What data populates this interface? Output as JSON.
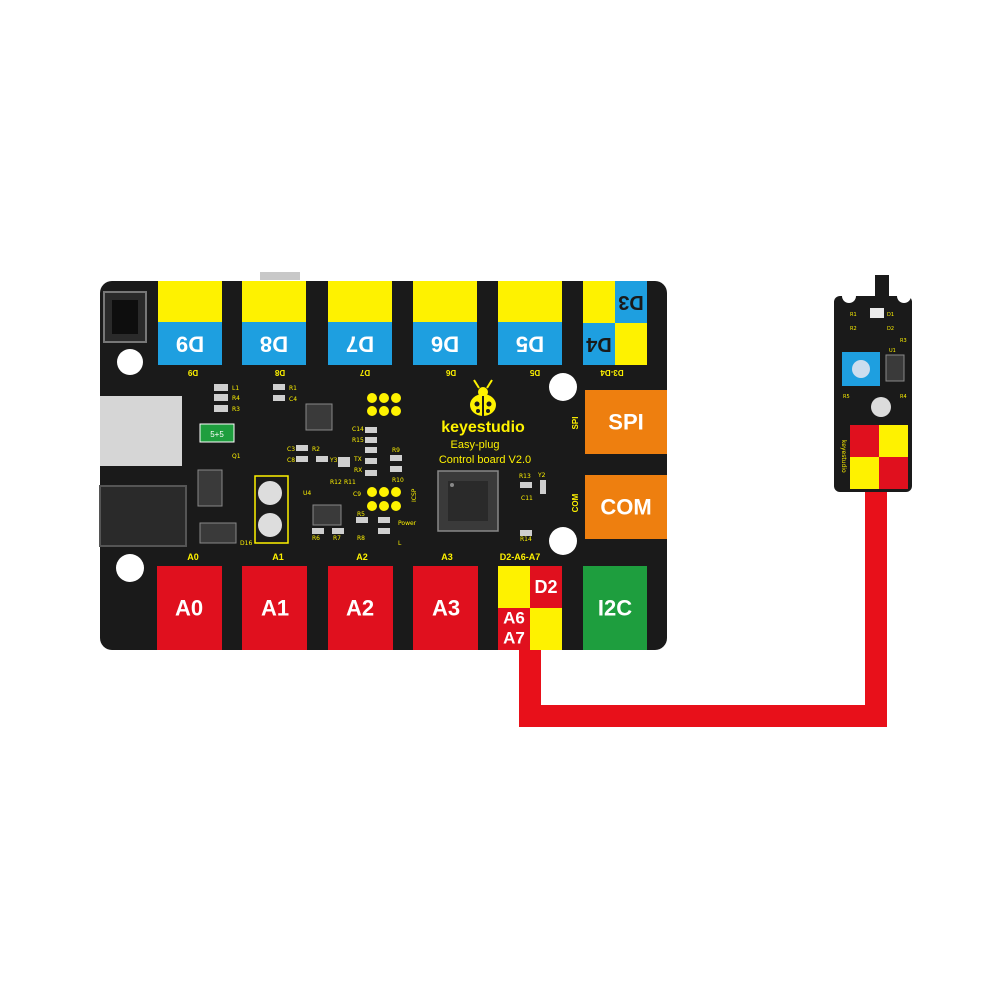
{
  "board": {
    "brand": "keyestudio",
    "subtitle1": "Easy-plug",
    "subtitle2": "Control board V2.0",
    "top_ports": [
      {
        "label": "D9",
        "silk": "D9"
      },
      {
        "label": "D8",
        "silk": "D8"
      },
      {
        "label": "D7",
        "silk": "D7"
      },
      {
        "label": "D6",
        "silk": "D6"
      },
      {
        "label": "D5",
        "silk": "D5"
      },
      {
        "label_top": "D3",
        "label_bottom": "D4",
        "silk": "D3-D4"
      }
    ],
    "right_ports": [
      {
        "label": "SPI",
        "silk": "SPI",
        "color": "#ee7f0f"
      },
      {
        "label": "COM",
        "silk": "COM",
        "color": "#ee7f0f"
      }
    ],
    "bottom_ports": [
      {
        "label": "A0",
        "silk": "A0"
      },
      {
        "label": "A1",
        "silk": "A1"
      },
      {
        "label": "A2",
        "silk": "A2"
      },
      {
        "label": "A3",
        "silk": "A3"
      },
      {
        "label_a": "D2",
        "label_b": "A6",
        "label_c": "A7",
        "silk": "D2-A6-A7"
      },
      {
        "label": "I2C",
        "color": "#1e9e3e"
      }
    ],
    "components": {
      "L1": "L1",
      "R4": "R4",
      "R3": "R3",
      "R1": "R1",
      "C4": "C4",
      "Q1": "Q1",
      "C3": "C3",
      "C8": "C8",
      "R2": "R2",
      "Y3": "Y3",
      "U4": "U4",
      "R12": "R12",
      "R11": "R11",
      "C9": "C9",
      "R6": "R6",
      "R7": "R7",
      "R8": "R8",
      "R5": "R5",
      "L": "L",
      "Power": "Power",
      "D16": "D16",
      "C14": "C14",
      "R15": "R15",
      "R9": "R9",
      "TX": "TX",
      "RX": "RX",
      "R10": "R10",
      "ICSP": "ICSP",
      "R13": "R13",
      "Y2": "Y2",
      "C11": "C11",
      "R14": "R14",
      "ic_mark": "5+5"
    }
  },
  "sensor": {
    "id_labels": [
      "R1",
      "R2",
      "D1",
      "D2",
      "R3",
      "R4",
      "U1",
      "R5"
    ],
    "vertical_text": "keyestudio"
  },
  "colors": {
    "board": "#1a1a1a",
    "yellow": "#fef200",
    "blue": "#1e9fe0",
    "red": "#e0101e",
    "orange": "#ee7f0f",
    "green": "#1e9e3e",
    "wire": "#e8101a"
  }
}
